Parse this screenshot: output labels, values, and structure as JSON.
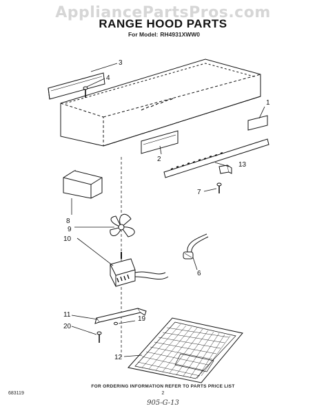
{
  "watermark": "AppliancePartsPros.com",
  "header": {
    "title": "RANGE HOOD PARTS",
    "model_label": "For Model:",
    "model_number": "RH4931XWW0"
  },
  "callouts": [
    {
      "id": "c1",
      "number": "1"
    },
    {
      "id": "c2",
      "number": "2"
    },
    {
      "id": "c3",
      "number": "3"
    },
    {
      "id": "c4",
      "number": "4"
    },
    {
      "id": "c6",
      "number": "6"
    },
    {
      "id": "c7",
      "number": "7"
    },
    {
      "id": "c8",
      "number": "8"
    },
    {
      "id": "c9",
      "number": "9"
    },
    {
      "id": "c10",
      "number": "10"
    },
    {
      "id": "c11",
      "number": "11"
    },
    {
      "id": "c12",
      "number": "12"
    },
    {
      "id": "c13",
      "number": "13"
    },
    {
      "id": "c19",
      "number": "19"
    },
    {
      "id": "c20",
      "number": "20"
    }
  ],
  "footer": {
    "ordering_note": "FOR ORDERING INFORMATION REFER TO PARTS PRICE LIST",
    "doc_code": "683119",
    "page_number": "2",
    "handwritten": "905-G-13"
  },
  "colors": {
    "line": "#111111",
    "watermark": "#d6d6d6"
  }
}
